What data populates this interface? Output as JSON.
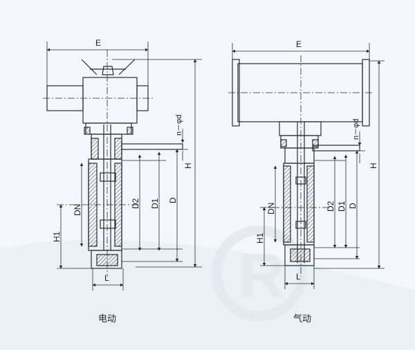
{
  "captions": {
    "electric": "电动",
    "pneumatic": "气动"
  },
  "labels": {
    "E": "E",
    "H": "H",
    "n_phi_d": "n－φd",
    "D": "D",
    "D1": "D1",
    "D2": "D2",
    "DN": "DN",
    "H1": "H1",
    "L": "L"
  },
  "watermark": "registered-trademark-symbol",
  "colors": {
    "line": "#2a2a2a",
    "hatch": "#555555",
    "background": "#f3f6fa",
    "watermark": "#e3e9f0"
  }
}
